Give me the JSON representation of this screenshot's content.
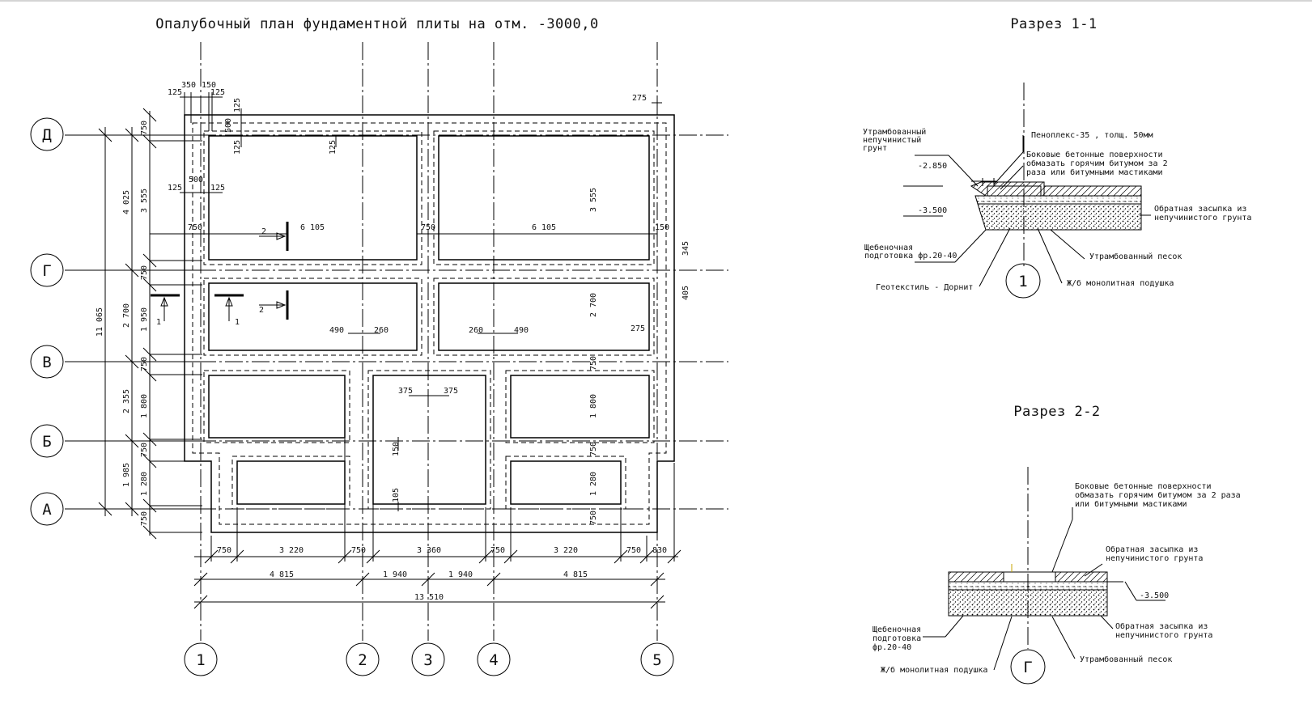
{
  "titles": {
    "plan": "Опалубочный план фундаментной плиты на отм. -3000,0",
    "section1": "Разрез 1-1",
    "section2": "Разрез 2-2"
  },
  "axes": {
    "rows": [
      "Д",
      "Г",
      "В",
      "Б",
      "А"
    ],
    "cols": [
      "1",
      "2",
      "3",
      "4",
      "5"
    ]
  },
  "dims": {
    "left_outer": "11 065",
    "left_mid": [
      "4 025",
      "2 700",
      "2 355",
      "1 985"
    ],
    "left_inner": [
      "750",
      "3 555",
      "750",
      "1 950",
      "750",
      "1 800",
      "750",
      "1 280",
      "750"
    ],
    "bottom_row1": [
      "750",
      "3 220",
      "750",
      "3 360",
      "750",
      "3 220",
      "750",
      "830"
    ],
    "bottom_row2": [
      "4 815",
      "1 940",
      "1 940",
      "4 815"
    ],
    "bottom_total": "13 510",
    "top_left": [
      "125",
      "350",
      "150",
      "125"
    ],
    "top_right": "275",
    "d1": [
      "500",
      "125",
      "125",
      "125"
    ],
    "d2": [
      "125",
      "500",
      "125"
    ],
    "span1": [
      "750",
      "6 105",
      "750",
      "6 105",
      "150"
    ],
    "right_vert": [
      "3 555",
      "345",
      "405",
      "2 700",
      "275"
    ],
    "mid": [
      "490",
      "260",
      "260",
      "490",
      "375",
      "375",
      "150",
      "105"
    ],
    "right_col": [
      "750",
      "1 800",
      "750",
      "1 280",
      "750"
    ]
  },
  "markers": {
    "sec1": "1",
    "sec2": "2"
  },
  "section1": {
    "labels": {
      "soil": [
        "Утрамбованный",
        "непучинистый",
        "грунт"
      ],
      "lvl1": "-2.850",
      "lvl2": "-3.500",
      "gravel": [
        "Щебеночная",
        "подготовка фр.20-40"
      ],
      "geotex": "Геотекстиль - Дорнит",
      "penoplex": "Пеноплекс-35 , толщ. 50мм",
      "bitum": [
        "Боковые бетонные поверхности",
        "обмазать горячим битумом за 2",
        "раза или битумными мастиками"
      ],
      "backfill": [
        "Обратная засыпка из",
        "непучинистого грунта"
      ],
      "sand": "Утрамбованный песок",
      "slab": "Ж/б монолитная подушка",
      "axis": "1"
    }
  },
  "section2": {
    "labels": {
      "bitum": [
        "Боковые бетонные поверхности",
        "обмазать горячим битумом за 2 раза",
        "или битумными мастиками"
      ],
      "backfill1": [
        "Обратная засыпка из",
        "непучинистого грунта"
      ],
      "lvl": "-3.500",
      "gravel": [
        "Щебеночная",
        "подготовка",
        "фр.20-40"
      ],
      "backfill2": [
        "Обратная засыпка из",
        "непучинистого грунта"
      ],
      "sand": "Утрамбованный песок",
      "slab": "Ж/б монолитная подушка",
      "axis": "Г"
    }
  }
}
